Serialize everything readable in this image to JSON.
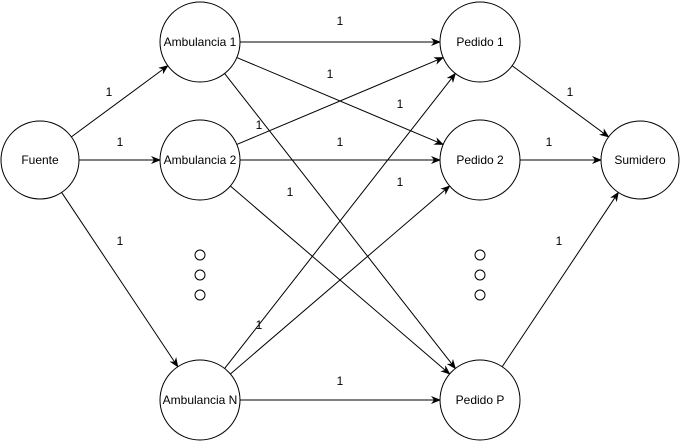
{
  "nodes": [
    {
      "id": "fuente",
      "label": "Fuente"
    },
    {
      "id": "amb1",
      "label": "Ambulancia 1"
    },
    {
      "id": "amb2",
      "label": "Ambulancia 2"
    },
    {
      "id": "ambN",
      "label": "Ambulancia N"
    },
    {
      "id": "ped1",
      "label": "Pedido 1"
    },
    {
      "id": "ped2",
      "label": "Pedido 2"
    },
    {
      "id": "pedP",
      "label": "Pedido P"
    },
    {
      "id": "sumidero",
      "label": "Sumidero"
    }
  ],
  "edges": [
    {
      "from": "fuente",
      "to": "amb1",
      "label": "1"
    },
    {
      "from": "fuente",
      "to": "amb2",
      "label": "1"
    },
    {
      "from": "fuente",
      "to": "ambN",
      "label": "1"
    },
    {
      "from": "amb1",
      "to": "ped1",
      "label": "1"
    },
    {
      "from": "amb1",
      "to": "ped2",
      "label": "1"
    },
    {
      "from": "amb1",
      "to": "pedP",
      "label": ""
    },
    {
      "from": "amb2",
      "to": "ped1",
      "label": "1"
    },
    {
      "from": "amb2",
      "to": "ped2",
      "label": "1"
    },
    {
      "from": "amb2",
      "to": "pedP",
      "label": "1"
    },
    {
      "from": "ambN",
      "to": "ped1",
      "label": ""
    },
    {
      "from": "ambN",
      "to": "ped2",
      "label": "1"
    },
    {
      "from": "ambN",
      "to": "pedP",
      "label": "1"
    },
    {
      "from": "ped1",
      "to": "sumidero",
      "label": "1"
    },
    {
      "from": "ped2",
      "to": "sumidero",
      "label": "1"
    },
    {
      "from": "pedP",
      "to": "sumidero",
      "label": "1"
    }
  ],
  "extra_labels": [
    "1",
    "1"
  ]
}
